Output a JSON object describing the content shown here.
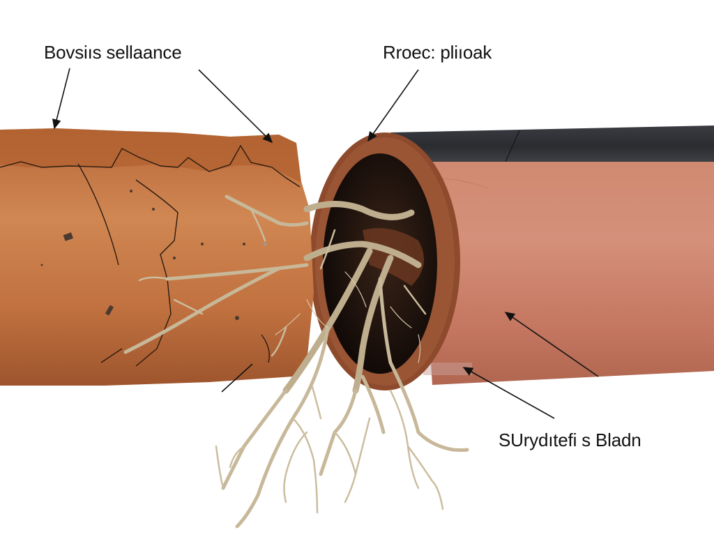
{
  "labels": [
    {
      "id": "top-left",
      "text": "Bovsiıs sellaance"
    },
    {
      "id": "top-right",
      "text": "Rroec: pliıoak"
    },
    {
      "id": "bottom-right",
      "text": "SUrydıtefi s Bladn"
    }
  ],
  "colors": {
    "background": "#ffffff",
    "clay_pipe": "#c0713f",
    "clay_pipe_dark": "#a2582f",
    "clay_pipe_light": "#d08752",
    "pvc_pipe": "#c9775e",
    "pvc_pipe_light": "#d89580",
    "black_pipe": "#2c2e33",
    "pipe_interior": "#1c120d",
    "root": "#c8b89a",
    "root_dark": "#a8967a",
    "crack": "#2a1a10",
    "arrow": "#111111",
    "label_text": "#111111"
  }
}
